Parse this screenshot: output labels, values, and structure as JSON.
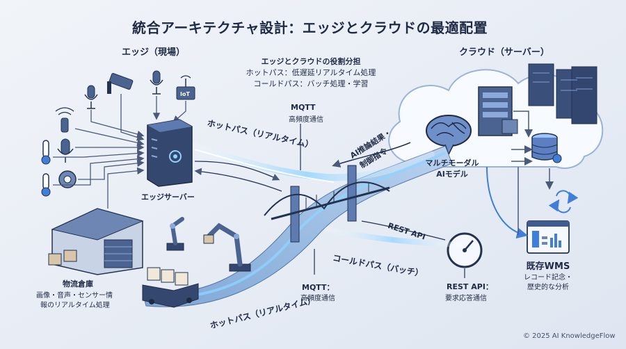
{
  "title": "統合アーキテクチャ設計：エッジとクラウドの最適配置",
  "edge_section": "エッジ（現場）",
  "cloud_section": "クラウド（サーバー）",
  "roles": {
    "heading": "エッジとクラウドの役割分担",
    "hot_line": "ホットパス：低遅延リアルタイム処理",
    "cold_line": "コールドパス：バッチ処理・学習"
  },
  "iot_badge": "IoT",
  "edge_server_label": "エッジサーバー",
  "warehouse": {
    "name": "物流倉庫",
    "line1": "画像・音声・センサー情",
    "line2": "報のリアルタイム処理"
  },
  "mqtt_top": {
    "name": "MQTT",
    "desc": "高頻度通信"
  },
  "mqtt_bottom": {
    "name": "MQTT：",
    "desc": "高頻度通信"
  },
  "hotpath_upper": "ホットパス（リアルタイム）",
  "hotpath_lower": "ホットパス（リアルタイム）",
  "coldpath": "コールドパス（バッチ）",
  "ai_result": {
    "line1": "AI推論結果・",
    "line2": "制御指令"
  },
  "ai_model": {
    "line1": "マルチモーダル",
    "line2": "AIモデル"
  },
  "rest_api_path": "REST API",
  "rest_api_bottom": {
    "name": "REST API：",
    "desc": "要求応答通信"
  },
  "wms": {
    "name": "既存WMS",
    "line1": "レコード記念・",
    "line2": "歴史的な分析"
  },
  "copyright": "© 2025 AI KnowledgeFlow",
  "colors": {
    "accent_blue": "#3f7fd9",
    "navy": "#2b3f66",
    "glow": "#8fd3ff",
    "background": "#e9eef6"
  }
}
